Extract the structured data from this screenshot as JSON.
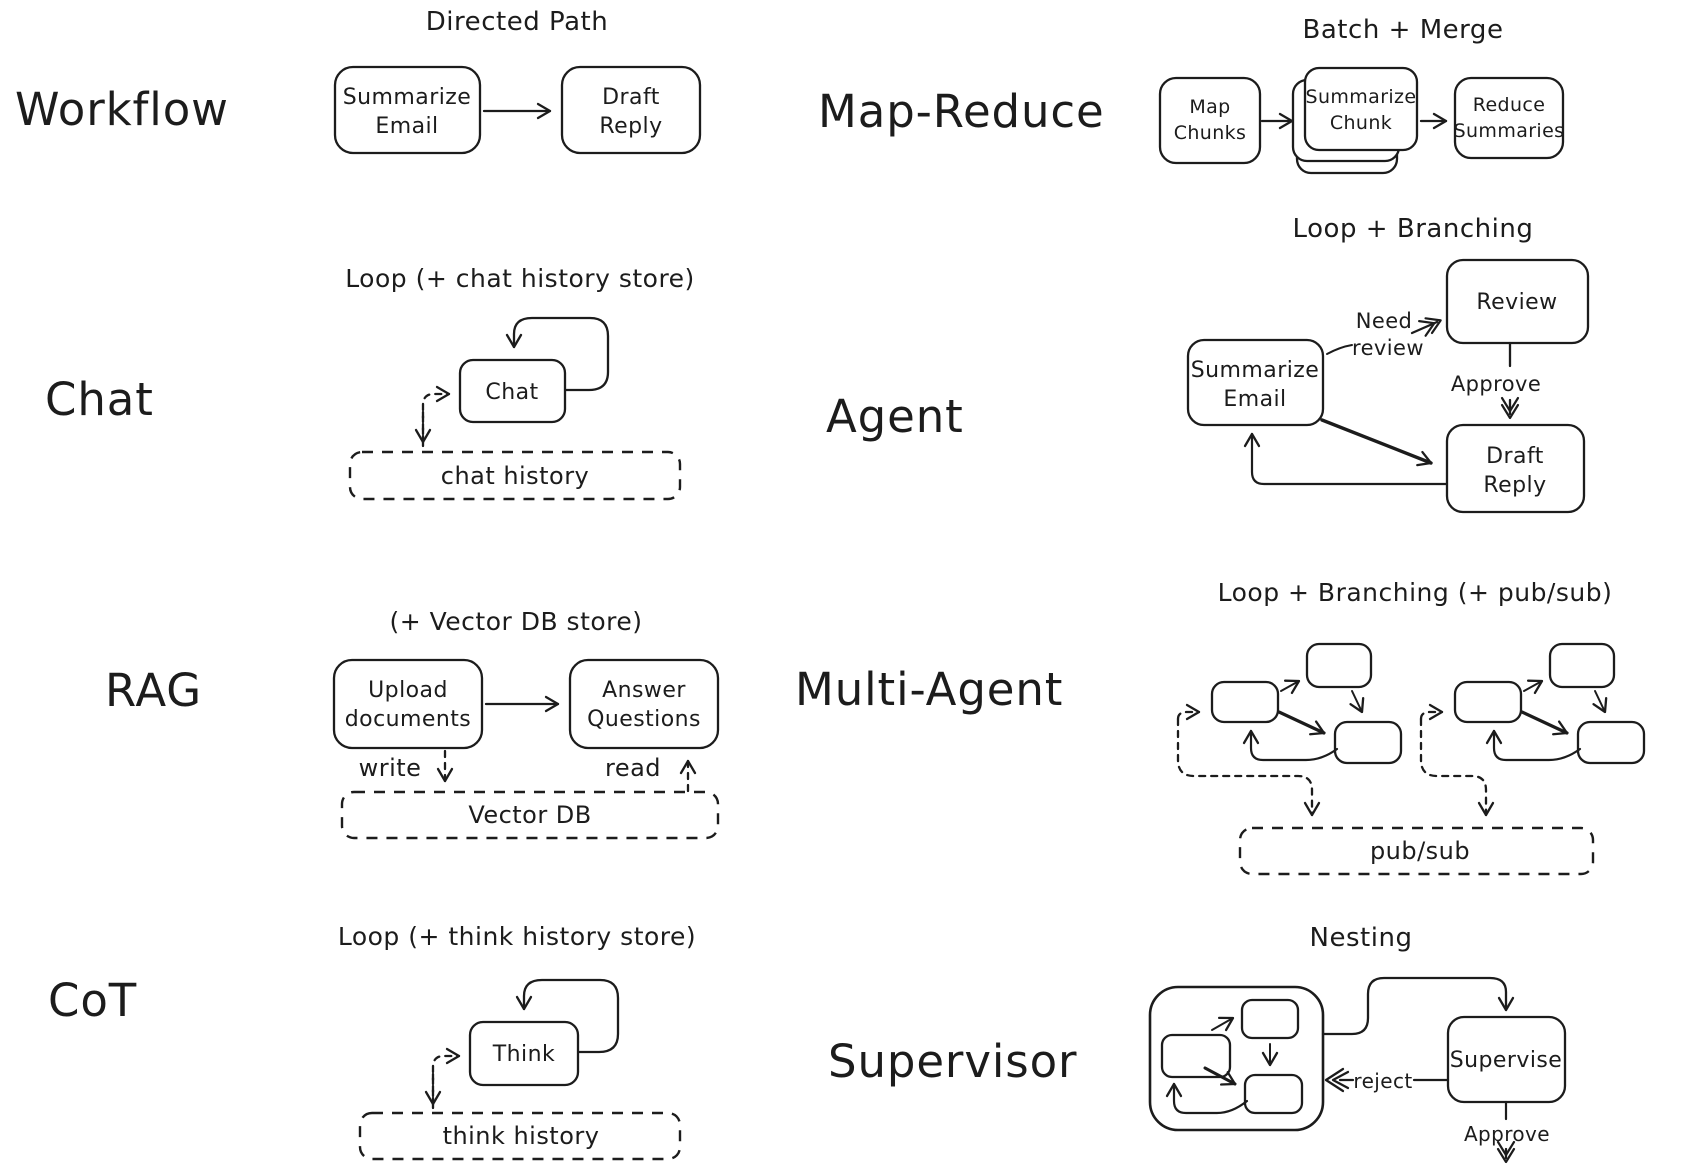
{
  "colors": {
    "ink": "#1c1c1c",
    "background": "#ffffff"
  },
  "sections": {
    "workflow": {
      "label": "Workflow",
      "title": "Directed Path",
      "node1_line1": "Summarize",
      "node1_line2": "Email",
      "node2_line1": "Draft",
      "node2_line2": "Reply"
    },
    "map_reduce": {
      "label": "Map-Reduce",
      "title": "Batch + Merge",
      "node1_line1": "Map",
      "node1_line2": "Chunks",
      "node2_line1": "Summarize",
      "node2_line2": "Chunk",
      "node3_line1": "Reduce",
      "node3_line2": "Summaries"
    },
    "chat": {
      "label": "Chat",
      "title": "Loop (+ chat history store)",
      "node": "Chat",
      "store": "chat history"
    },
    "agent": {
      "label": "Agent",
      "title": "Loop + Branching",
      "node_review": "Review",
      "node_se_line1": "Summarize",
      "node_se_line2": "Email",
      "node_dr_line1": "Draft",
      "node_dr_line2": "Reply",
      "edge_need_line1": "Need",
      "edge_need_line2": "review",
      "edge_approve": "Approve"
    },
    "rag": {
      "label": "RAG",
      "title": "(+ Vector DB store)",
      "node1_line1": "Upload",
      "node1_line2": "documents",
      "node2_line1": "Answer",
      "node2_line2": "Questions",
      "edge_write": "write",
      "edge_read": "read",
      "store": "Vector DB"
    },
    "multi_agent": {
      "label": "Multi-Agent",
      "title": "Loop + Branching (+ pub/sub)",
      "store": "pub/sub"
    },
    "cot": {
      "label": "CoT",
      "title": "Loop (+ think history store)",
      "node": "Think",
      "store": "think history"
    },
    "supervisor": {
      "label": "Supervisor",
      "title": "Nesting",
      "node_supervise": "Supervise",
      "edge_reject": "reject",
      "edge_approve": "Approve"
    }
  }
}
